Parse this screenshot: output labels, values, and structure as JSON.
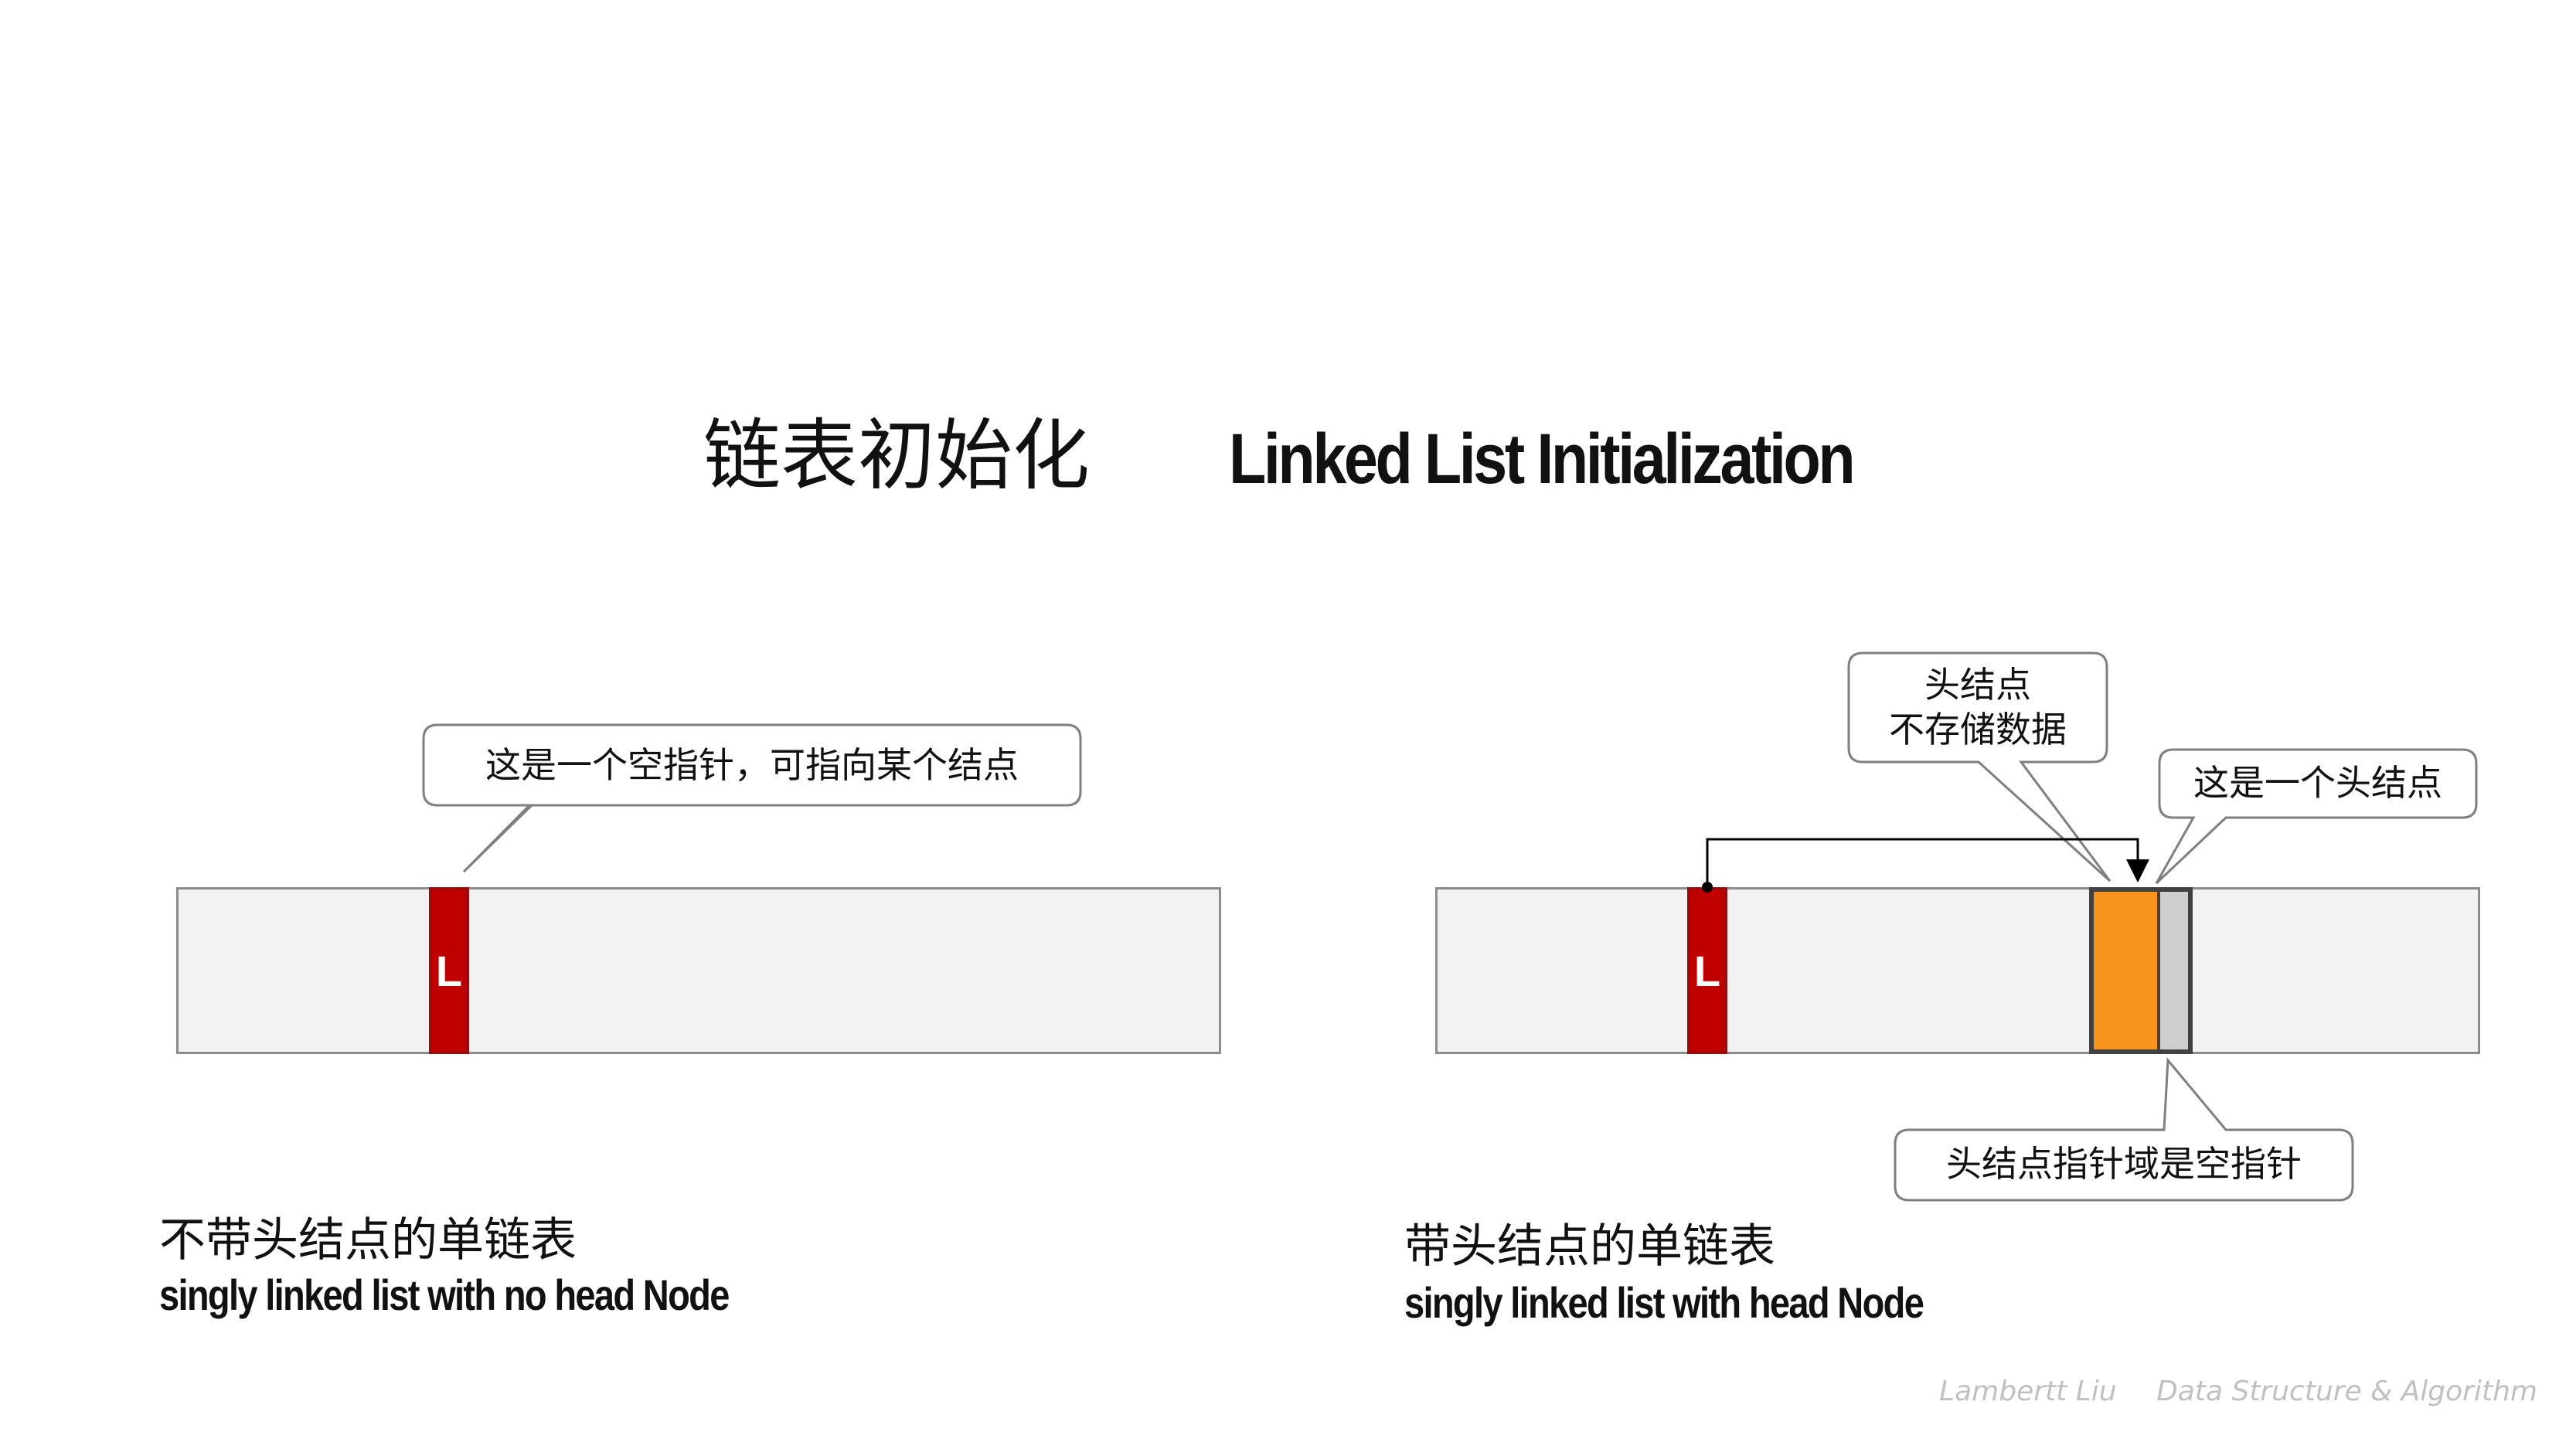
{
  "title": {
    "zh": "链表初始化",
    "en": "Linked List Initialization"
  },
  "left_diagram": {
    "pointer_label": "L",
    "callout": "这是一个空指针，可指向某个结点",
    "caption_zh": "不带头结点的单链表",
    "caption_en": "singly linked list with no head Node"
  },
  "right_diagram": {
    "pointer_label": "L",
    "callout_head_line1": "头结点",
    "callout_head_line2": "不存储数据",
    "callout_this_head": "这是一个头结点",
    "callout_null_pointer": "头结点指针域是空指针",
    "caption_zh": "带头结点的单链表",
    "caption_en": "singly linked list with head Node"
  },
  "footer": {
    "author": "Lambertt Liu",
    "course": "Data Structure & Algorithm"
  },
  "colors": {
    "pointer": "#c00000",
    "head_node": "#f7941d",
    "memory": "#f2f2f2"
  }
}
